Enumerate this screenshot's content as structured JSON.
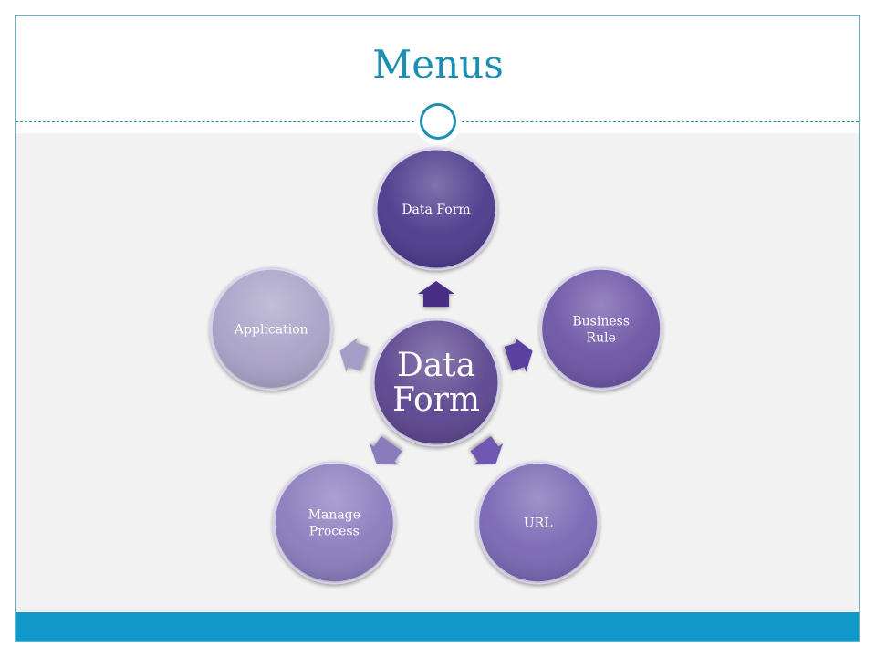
{
  "slide": {
    "title": "Menus"
  },
  "diagram": {
    "center": {
      "label_line1": "Data",
      "label_line2": "Form",
      "color": "#5b4690"
    },
    "nodes": [
      {
        "id": "data-form",
        "lines": [
          "Data Form"
        ],
        "color": "#4e3b8c",
        "arrow_color": "#4a2d85"
      },
      {
        "id": "business-rule",
        "lines": [
          "Business",
          "Rule"
        ],
        "color": "#6d57a6",
        "arrow_color": "#5b3fa0"
      },
      {
        "id": "url",
        "lines": [
          "URL"
        ],
        "color": "#7a68b4",
        "arrow_color": "#7058b0"
      },
      {
        "id": "manage-process",
        "lines": [
          "Manage",
          "Process"
        ],
        "color": "#8b7dbe",
        "arrow_color": "#8a7cbc"
      },
      {
        "id": "application",
        "lines": [
          "Application"
        ],
        "color": "#aaa3c8",
        "arrow_color": "#a49dc6"
      }
    ]
  },
  "colors": {
    "accent": "#1a8fb5",
    "footer": "#0f98c8",
    "content_background": "#f2f2f2"
  }
}
